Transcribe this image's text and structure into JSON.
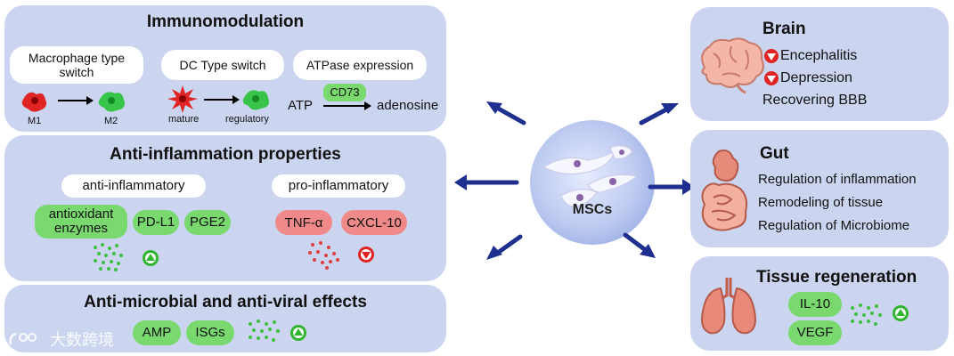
{
  "immunomodulation": {
    "title": "Immunomodulation",
    "macrophage_label": "Macrophage type switch",
    "dc_label": "DC Type switch",
    "atpase_label": "ATPase expression",
    "m1": "M1",
    "m2": "M2",
    "mature": "mature",
    "regulatory": "regulatory",
    "atp": "ATP",
    "cd73": "CD73",
    "adenosine": "adenosine"
  },
  "anti_inflammation": {
    "title": "Anti-inflammation properties",
    "anti_label": "anti-inflammatory",
    "pro_label": "pro-inflammatory",
    "anti_items": [
      "antioxidant enzymes",
      "PD-L1",
      "PGE2"
    ],
    "pro_items": [
      "TNF-α",
      "CXCL-10"
    ]
  },
  "antimicrobial": {
    "title": "Anti-microbial and anti-viral effects",
    "items": [
      "AMP",
      "ISGs"
    ]
  },
  "center": {
    "label": "MSCs"
  },
  "brain": {
    "title": "Brain",
    "items": [
      "Encephalitis",
      "Depression"
    ],
    "extra": "Recovering BBB"
  },
  "gut": {
    "title": "Gut",
    "items": [
      "Regulation of inflammation",
      "Remodeling of tissue",
      "Regulation of Microbiome"
    ]
  },
  "tissue": {
    "title": "Tissue regeneration",
    "items": [
      "IL-10",
      "VEGF"
    ]
  },
  "watermark": "大数跨境",
  "colors": {
    "panel": "#cbd5ef",
    "green_pill": "#7ad96e",
    "red_pill": "#f08a8a",
    "arrow": "#1f2f8f",
    "up_icon": "#2fb52f",
    "down_icon": "#e02424"
  }
}
